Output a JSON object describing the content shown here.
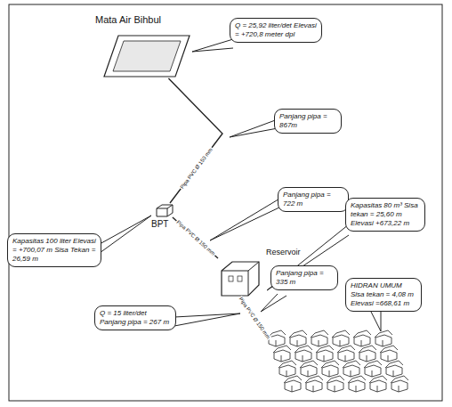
{
  "diagram": {
    "nodes": [
      {
        "text": [
          "Mata Air Bihbul"
        ]
      },
      {
        "text": [
          "Q = 25,92 liter/det Elevasi = +720,8 meter dpl"
        ]
      },
      {
        "text": [
          "Panjang pipa = 867m"
        ]
      },
      {
        "text": [
          "BPT"
        ]
      },
      {
        "text": [
          "Kapasitas 100 liter Elevasi = +700,07 m Sisa Tekan = 26,59 m"
        ]
      },
      {
        "text": [
          "Panjang pipa = 722 m"
        ]
      },
      {
        "text": [
          "Reservoir"
        ]
      },
      {
        "text": [
          "Kapasitas 80 m³ Sisa tekan = 25,60 m Elevasi +673,22 m"
        ]
      },
      {
        "text": [
          "Q = 15 liter/det Panjang pipa = 267 m"
        ]
      },
      {
        "text": [
          "Panjang pipa = 335 m"
        ]
      },
      {
        "text": [
          "HIDRAN UMUM Sisa tekan = 4,08 m Elevasi =668,61 m"
        ]
      }
    ],
    "edges": [
      {
        "from": 0,
        "to": 3,
        "arrow": "none",
        "label": "Pipa PVC Ø 150 mm"
      },
      {
        "from": 3,
        "to": 6,
        "arrow": "none",
        "label": "Pipa PVC Ø 150 mm"
      }
    ],
    "labels": [
      "Pipa PVC Ø 150 mm"
    ]
  }
}
